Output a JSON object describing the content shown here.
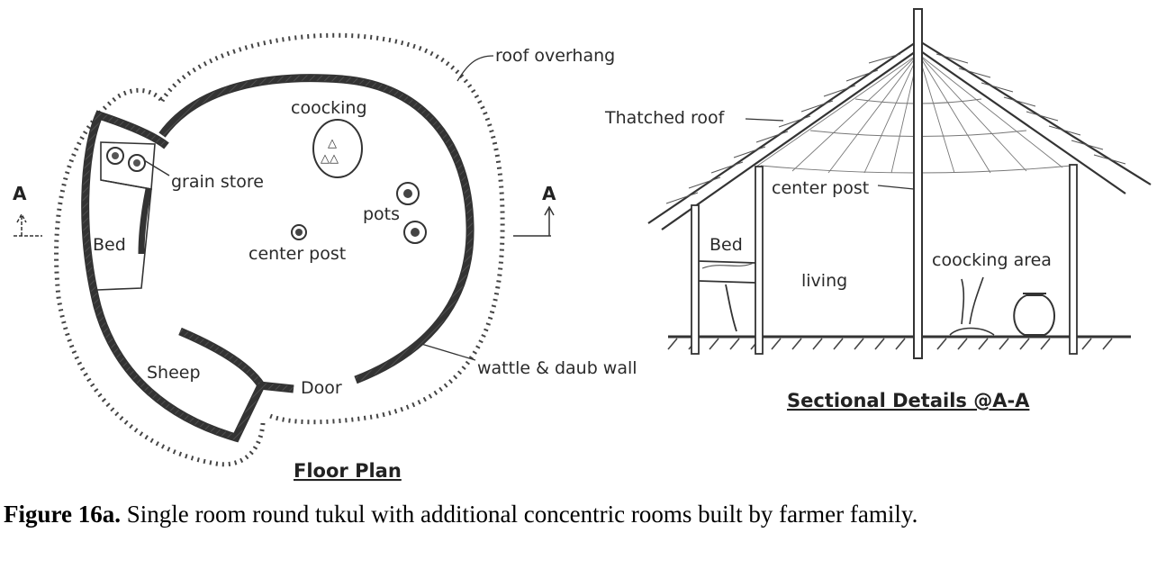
{
  "floor_plan": {
    "title": "Floor Plan",
    "labels": {
      "roof_overhang": "roof overhang",
      "cooking": "coocking",
      "grain_store": "grain store",
      "pots": "pots",
      "bed": "Bed",
      "center_post": "center post",
      "sheep": "Sheep",
      "door": "Door",
      "wall": "wattle & daub wall",
      "section_left": "A",
      "section_right": "A"
    }
  },
  "section": {
    "title": "Sectional Details @A-A",
    "labels": {
      "thatched_roof": "Thatched roof",
      "center_post": "center post",
      "bed": "Bed",
      "living": "living",
      "cooking_area": "coocking area"
    }
  },
  "caption": {
    "label": "Figure 16a.",
    "text": " Single room round tukul with additional concentric rooms built by farmer family."
  }
}
